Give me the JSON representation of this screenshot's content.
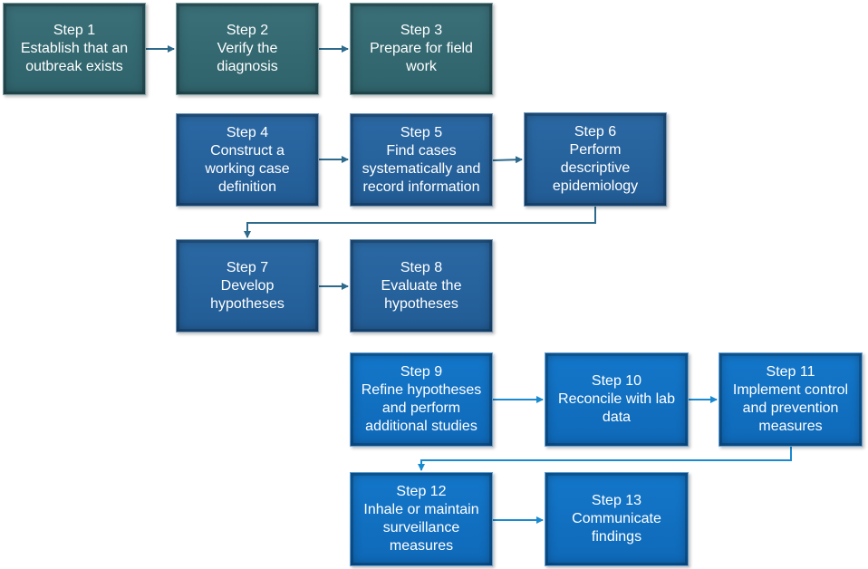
{
  "steps": [
    {
      "id": 1,
      "number": "Step 1",
      "text": [
        "Establish that an",
        "outbreak exists"
      ],
      "color": "#33676f"
    },
    {
      "id": 2,
      "number": "Step 2",
      "text": [
        "Verify the",
        "diagnosis"
      ],
      "color": "#33676f"
    },
    {
      "id": 3,
      "number": "Step 3",
      "text": [
        "Prepare for field",
        "work"
      ],
      "color": "#33676f"
    },
    {
      "id": 4,
      "number": "Step 4",
      "text": [
        "Construct a",
        "working case",
        "definition"
      ],
      "color": "#2563a0"
    },
    {
      "id": 5,
      "number": "Step 5",
      "text": [
        "Find cases",
        "systematically and",
        "record information"
      ],
      "color": "#2563a0"
    },
    {
      "id": 6,
      "number": "Step 6",
      "text": [
        "Perform",
        "descriptive",
        "epidemiology"
      ],
      "color": "#2563a0"
    },
    {
      "id": 7,
      "number": "Step 7",
      "text": [
        "Develop",
        "hypotheses"
      ],
      "color": "#2563a0"
    },
    {
      "id": 8,
      "number": "Step 8",
      "text": [
        "Evaluate the",
        "hypotheses"
      ],
      "color": "#2563a0"
    },
    {
      "id": 9,
      "number": "Step 9",
      "text": [
        "Refine hypotheses",
        "and perform",
        "additional studies"
      ],
      "color": "#1272c4"
    },
    {
      "id": 10,
      "number": "Step 10",
      "text": [
        "Reconcile with lab",
        "data"
      ],
      "color": "#1272c4"
    },
    {
      "id": 11,
      "number": "Step 11",
      "text": [
        "Implement control",
        "and prevention",
        "measures"
      ],
      "color": "#1272c4"
    },
    {
      "id": 12,
      "number": "Step 12",
      "text": [
        "Inhale or maintain",
        "surveillance",
        "measures"
      ],
      "color": "#1272c4"
    },
    {
      "id": 13,
      "number": "Step 13",
      "text": [
        "Communicate",
        "findings"
      ],
      "color": "#1272c4"
    }
  ],
  "connectors": [
    {
      "from": 1,
      "to": 2
    },
    {
      "from": 2,
      "to": 3
    },
    {
      "from": 4,
      "to": 5
    },
    {
      "from": 5,
      "to": 6
    },
    {
      "from": 6,
      "to": 7
    },
    {
      "from": 7,
      "to": 8
    },
    {
      "from": 9,
      "to": 10
    },
    {
      "from": 10,
      "to": 11
    },
    {
      "from": 11,
      "to": 12
    },
    {
      "from": 12,
      "to": 13
    }
  ],
  "colors": {
    "row1": "#33676f",
    "row2": "#2563a0",
    "row3": "#1272c4",
    "arrow_dark": "#2d6a8c",
    "arrow_light": "#1a8ad0"
  }
}
